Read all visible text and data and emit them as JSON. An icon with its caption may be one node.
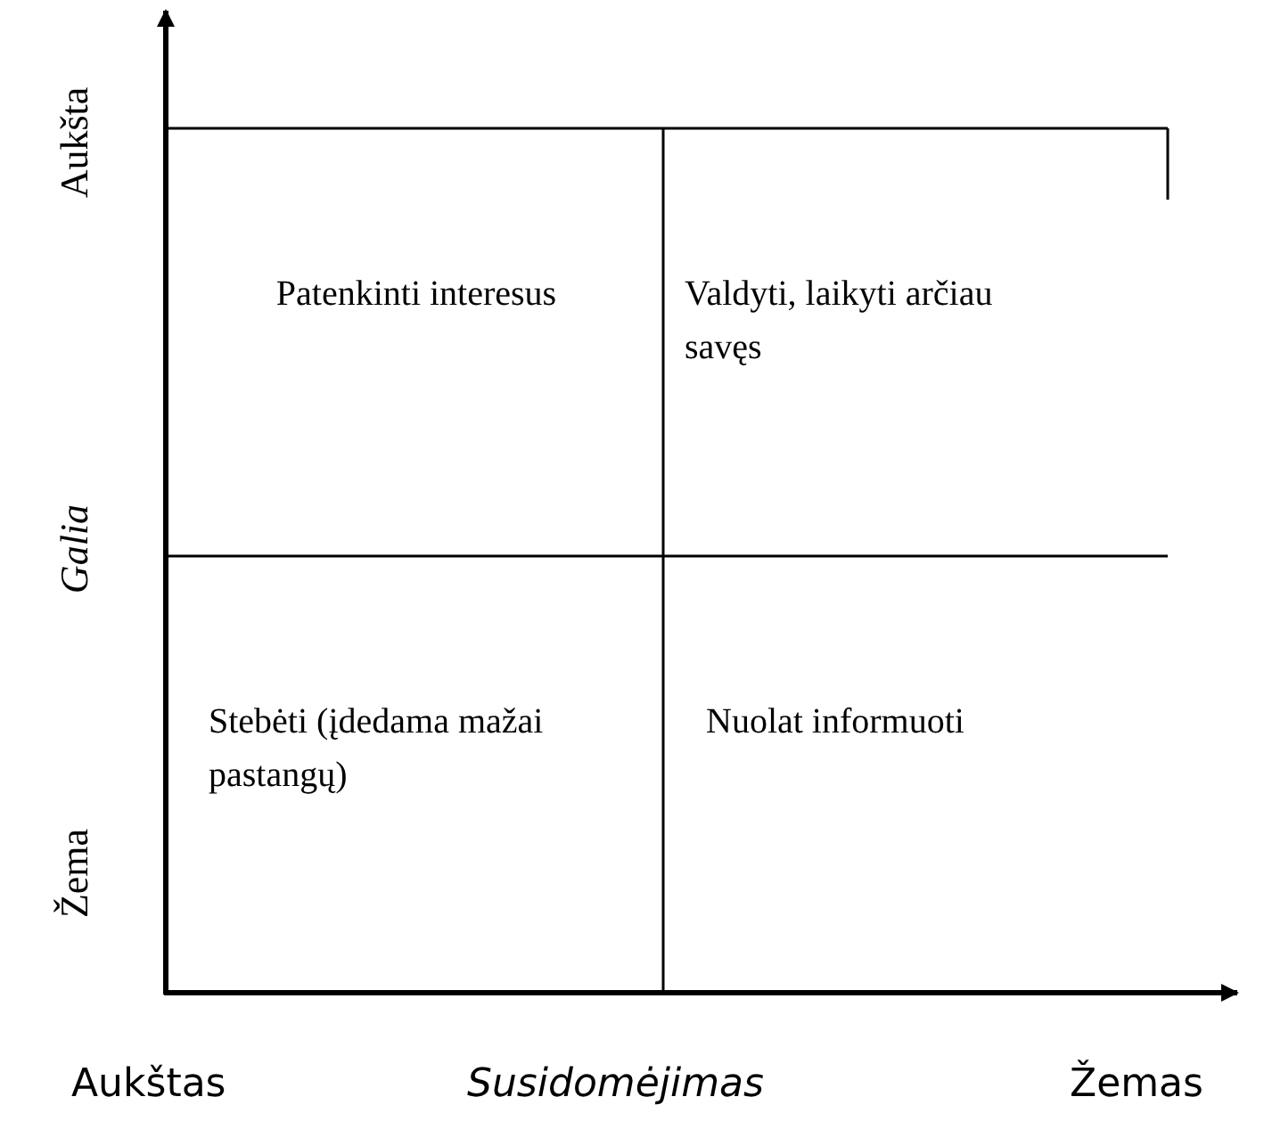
{
  "diagram": {
    "nodes": [
      {
        "text": [
          "Patenkinti interesus"
        ]
      },
      {
        "text": [
          "Valdyti, laikyti arčiau savęs"
        ]
      },
      {
        "text": [
          "Stebėti (įdedama mažai pastangų)"
        ]
      },
      {
        "text": [
          "Nuolat informuoti"
        ]
      }
    ],
    "edges": [],
    "labels": [
      "Aukšta",
      "Galia",
      "Žema",
      "Aukštas",
      "Susidomėjimas",
      "Žemas"
    ]
  }
}
